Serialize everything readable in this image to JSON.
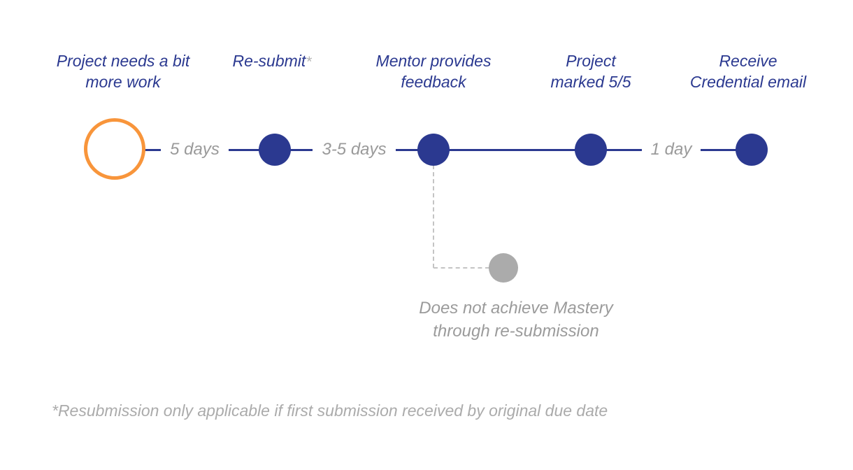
{
  "colors": {
    "node_blue": "#2b3990",
    "label_blue": "#2b3990",
    "start_ring_orange": "#f8953b",
    "duration_gray": "#9a9a9a",
    "branch_node_gray": "#ababab",
    "dash_gray": "#c4c4c4",
    "footnote_gray": "#ababab"
  },
  "timeline": {
    "nodes": [
      {
        "label_line1": "Project needs a bit",
        "label_line2": "more work",
        "style": "orange-outline"
      },
      {
        "label": "Re-submit",
        "asterisk": "*",
        "style": "blue-filled"
      },
      {
        "label_line1": "Mentor provides",
        "label_line2": "feedback",
        "style": "blue-filled"
      },
      {
        "label_line1": "Project",
        "label_line2": "marked 5/5",
        "style": "blue-filled"
      },
      {
        "label_line1": "Receive",
        "label_line2": "Credential email",
        "style": "blue-filled"
      }
    ],
    "segments": [
      {
        "duration": "5 days"
      },
      {
        "duration": "3-5 days"
      },
      {
        "duration": ""
      },
      {
        "duration": "1 day"
      }
    ]
  },
  "branch": {
    "label_line1": "Does not achieve Mastery",
    "label_line2": "through re-submission"
  },
  "footnote": "*Resubmission only applicable if first submission received by original due date"
}
